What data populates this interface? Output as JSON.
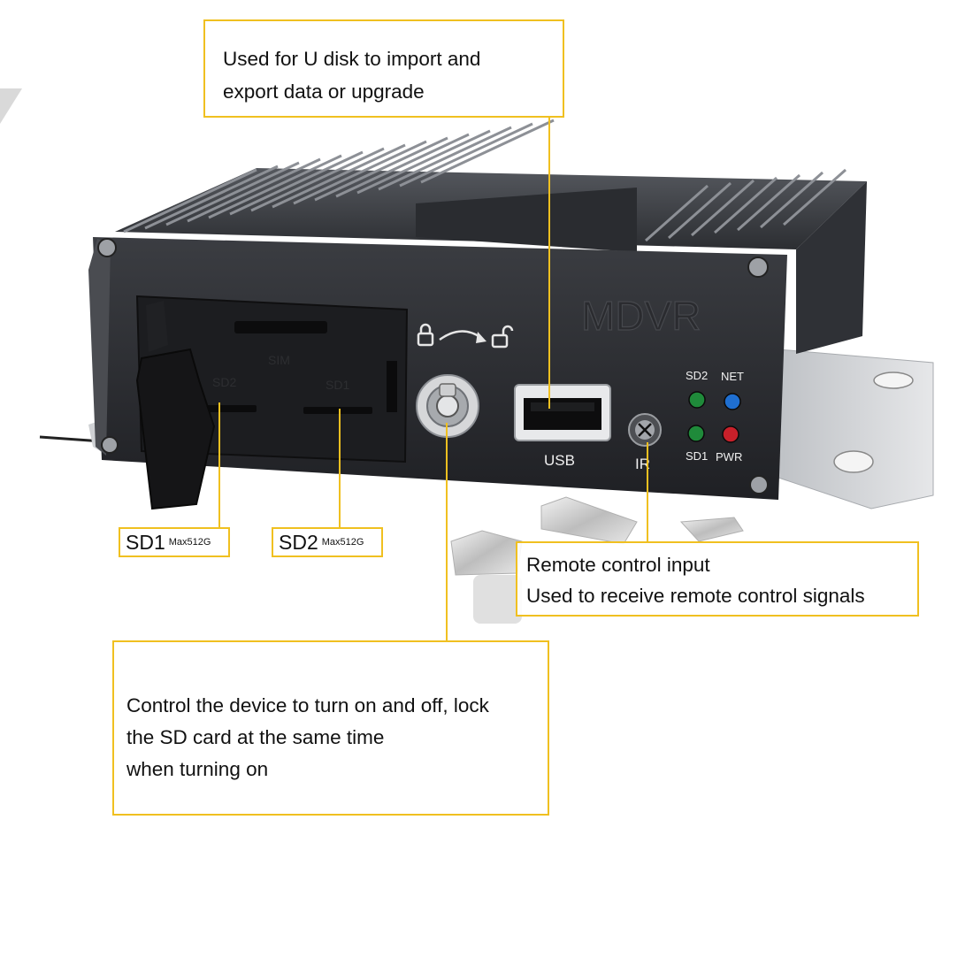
{
  "device": {
    "brand_text": "MDVR",
    "slot_labels": {
      "sim": "SIM",
      "sd1": "SD1",
      "sd2": "SD2"
    },
    "port_labels": {
      "usb": "USB",
      "ir": "IR"
    },
    "led_labels": {
      "sd2": "SD2",
      "net": "NET",
      "sd1": "SD1",
      "pwr": "PWR"
    },
    "colors": {
      "led_sd": "#1f8a3a",
      "led_net": "#1f6fd1",
      "led_pwr": "#c8202a",
      "callout_border": "#f0c020"
    }
  },
  "callouts": {
    "usb": {
      "line1": "Used for U disk to import and",
      "line2": "export data or upgrade"
    },
    "ir": {
      "line1": "Remote control input",
      "line2": "Used to receive remote control signals"
    },
    "key": {
      "line1": "Control the device to turn on and off, lock",
      "line2": "the SD card at the same time",
      "line3": "when turning on"
    },
    "sd1": {
      "name": "SD1",
      "capacity": "Max512G"
    },
    "sd2": {
      "name": "SD2",
      "capacity": "Max512G"
    }
  }
}
